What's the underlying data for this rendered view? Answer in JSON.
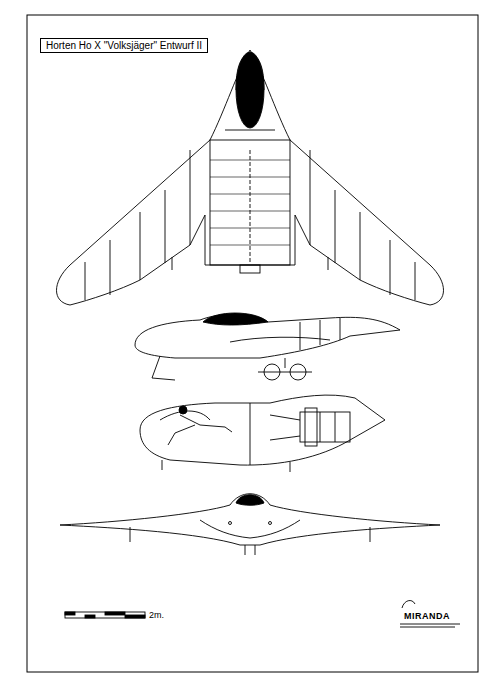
{
  "diagram": {
    "title": "Horten Ho X \"Volksjäger\" Entwurf II",
    "labels": [
      "2m.",
      "MIRANDA"
    ]
  }
}
